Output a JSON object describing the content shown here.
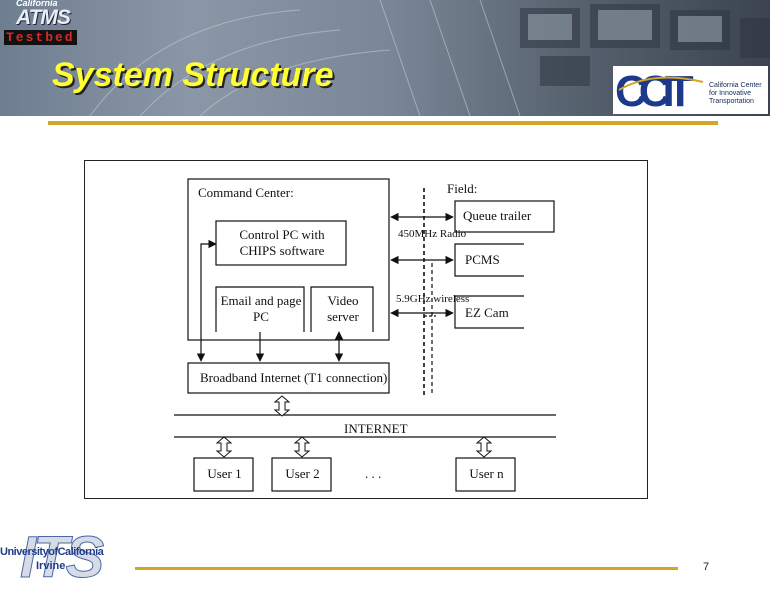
{
  "slide": {
    "title": "System Structure",
    "page_number": "7"
  },
  "brand": {
    "line1": "California",
    "line2": "ATMS",
    "line3": "Testbed"
  },
  "partner_logo": {
    "monogram": "CCIT",
    "lines": [
      "California Center",
      "for Innovative",
      "Transportation"
    ]
  },
  "its_logo": {
    "mark": "ITS",
    "line1": "UniversityofCalifornia",
    "line2": "Irvine"
  },
  "diagram": {
    "command_center": "Command Center:",
    "control_pc": "Control PC with CHIPS software",
    "email_pc": "Email and page PC",
    "video_server": "Video server",
    "broadband": "Broadband Internet (T1 connection)",
    "field": "Field:",
    "queue_trailer": "Queue trailer",
    "pcms": "PCMS",
    "ez_cam": "EZ Cam",
    "radio_link": "450MHz Radio",
    "wireless_link": "5.9GHz wireless",
    "internet": "INTERNET",
    "users": [
      "User 1",
      "User 2",
      "User n"
    ],
    "ellipsis": ". . ."
  }
}
